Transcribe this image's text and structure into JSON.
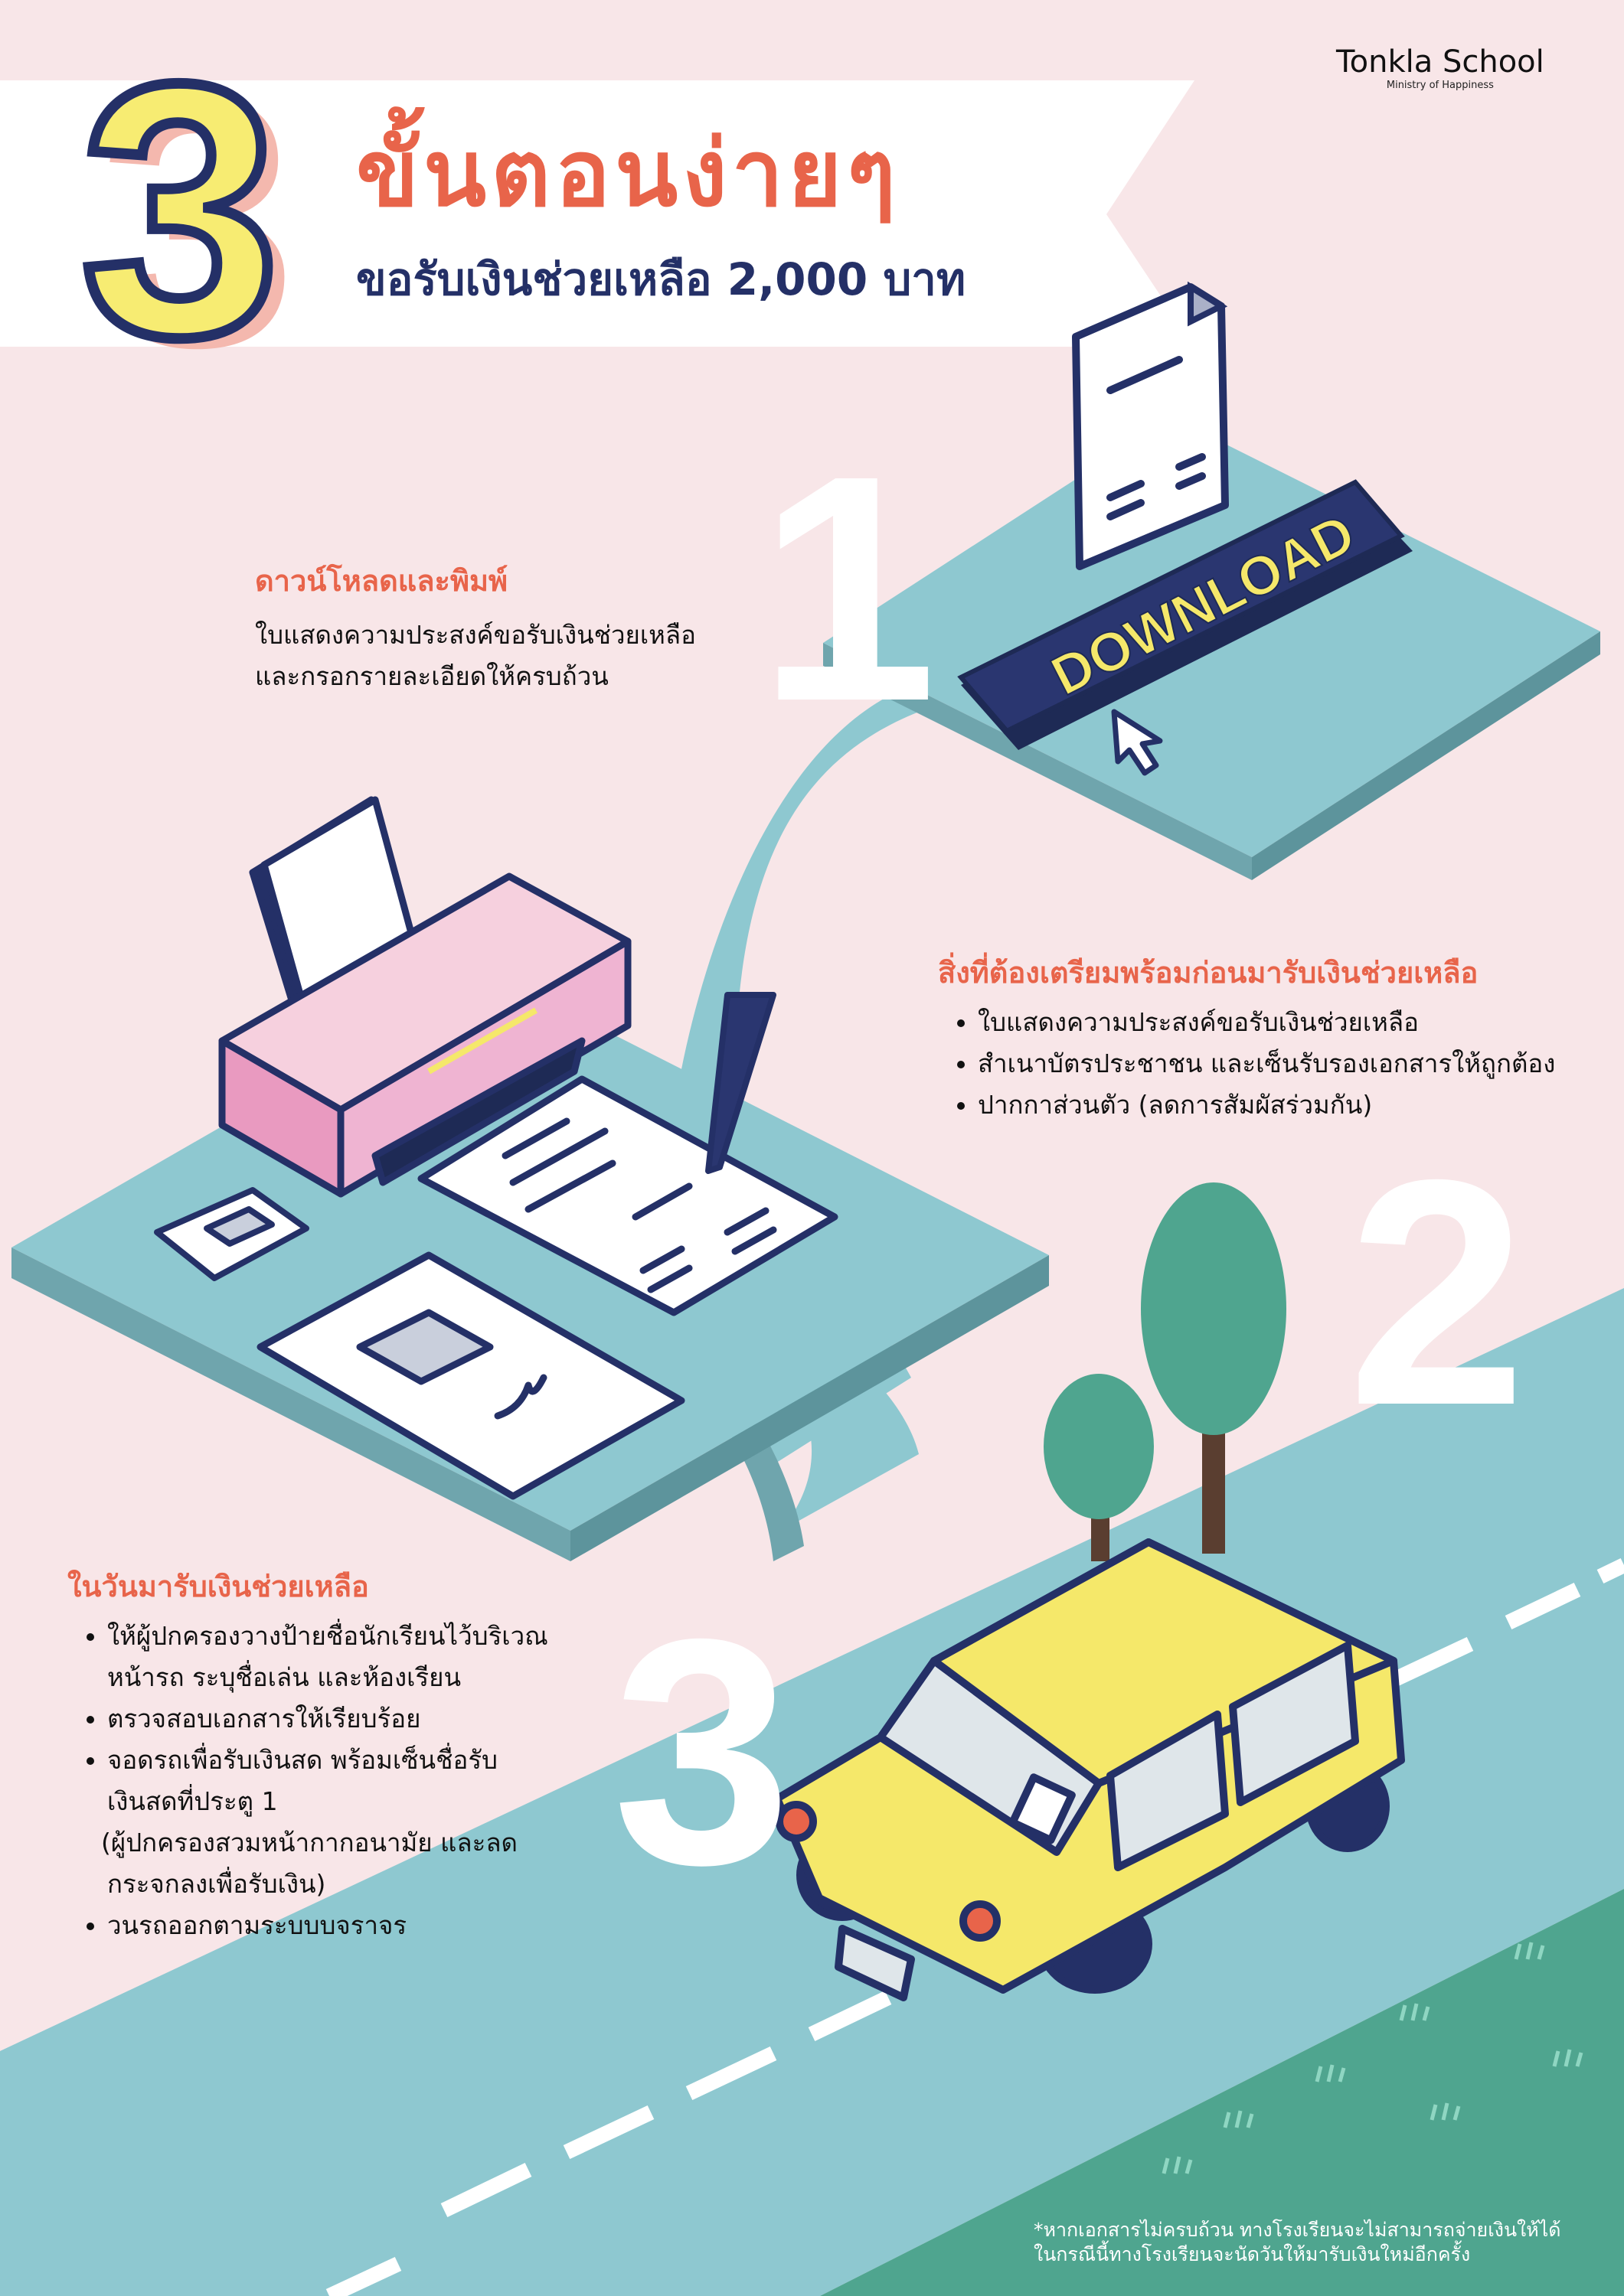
{
  "logo": {
    "name": "Tonkla School",
    "tagline": "Ministry of Happiness"
  },
  "header": {
    "number": "3",
    "title": "ขั้นตอนง่ายๆ",
    "subtitle": "ขอรับเงินช่วยเหลือ 2,000 บาท"
  },
  "illustration": {
    "download_label": "DOWNLOAD"
  },
  "steps": [
    {
      "number": "1",
      "heading": "ดาวน์โหลดและพิมพ์",
      "lines": [
        "ใบแสดงความประสงค์ขอรับเงินช่วยเหลือ",
        "และกรอกรายละเอียดให้ครบถ้วน"
      ]
    },
    {
      "number": "2",
      "heading": "สิ่งที่ต้องเตรียมพร้อมก่อนมารับเงินช่วยเหลือ",
      "bullets": [
        "ใบแสดงความประสงค์ขอรับเงินช่วยเหลือ",
        "สำเนาบัตรประชาชน และเซ็นรับรองเอกสารให้ถูกต้อง",
        "ปากกาส่วนตัว (ลดการสัมผัสร่วมกัน)"
      ]
    },
    {
      "number": "3",
      "heading": "ในวันมารับเงินช่วยเหลือ",
      "bullets": [
        [
          "ให้ผู้ปกครองวางป้ายชื่อนักเรียนไว้บริเวณ",
          "หน้ารถ ระบุชื่อเล่น และห้องเรียน"
        ],
        [
          "ตรวจสอบเอกสารให้เรียบร้อย"
        ],
        [
          "จอดรถเพื่อรับเงินสด พร้อมเซ็นชื่อรับ",
          "เงินสดที่ประตู 1",
          "(ผู้ปกครองสวมหน้ากากอนามัย และลด",
          "กระจกลงเพื่อรับเงิน)"
        ],
        [
          "วนรถออกตามระบบบจราจร"
        ]
      ]
    }
  ],
  "footnote": [
    "*หากเอกสารไม่ครบถ้วน ทางโรงเรียนจะไม่สามารถจ่ายเงินให้ได้",
    "ในกรณีนี้ทางโรงเรียนจะนัดวันให้มารับเงินใหม่อีกครั้ง"
  ],
  "colors": {
    "background": "#f8e6e8",
    "accent": "#e8644a",
    "navy": "#243067",
    "teal": "#8ec8d0",
    "green": "#4fa58f",
    "yellow": "#f5e86a"
  }
}
